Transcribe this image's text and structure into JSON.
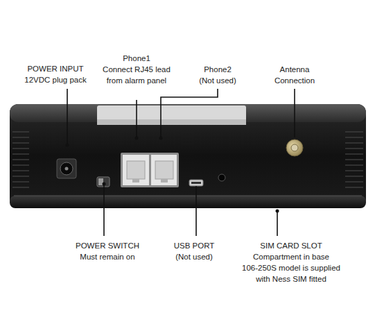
{
  "diagram": {
    "labels": [
      "POWER INPUT",
      "12VDC plug pack",
      "Phone1",
      "Connect RJ45 lead from alarm panel",
      "Phone2",
      "(Not used)",
      "Antenna",
      "Connection",
      "POWER SWITCH",
      "Must remain on",
      "USB PORT",
      "(Not used)",
      "SIM CARD SLOT",
      "Compartment in base",
      "106-250S model is supplied with Ness SIM fitted"
    ]
  }
}
